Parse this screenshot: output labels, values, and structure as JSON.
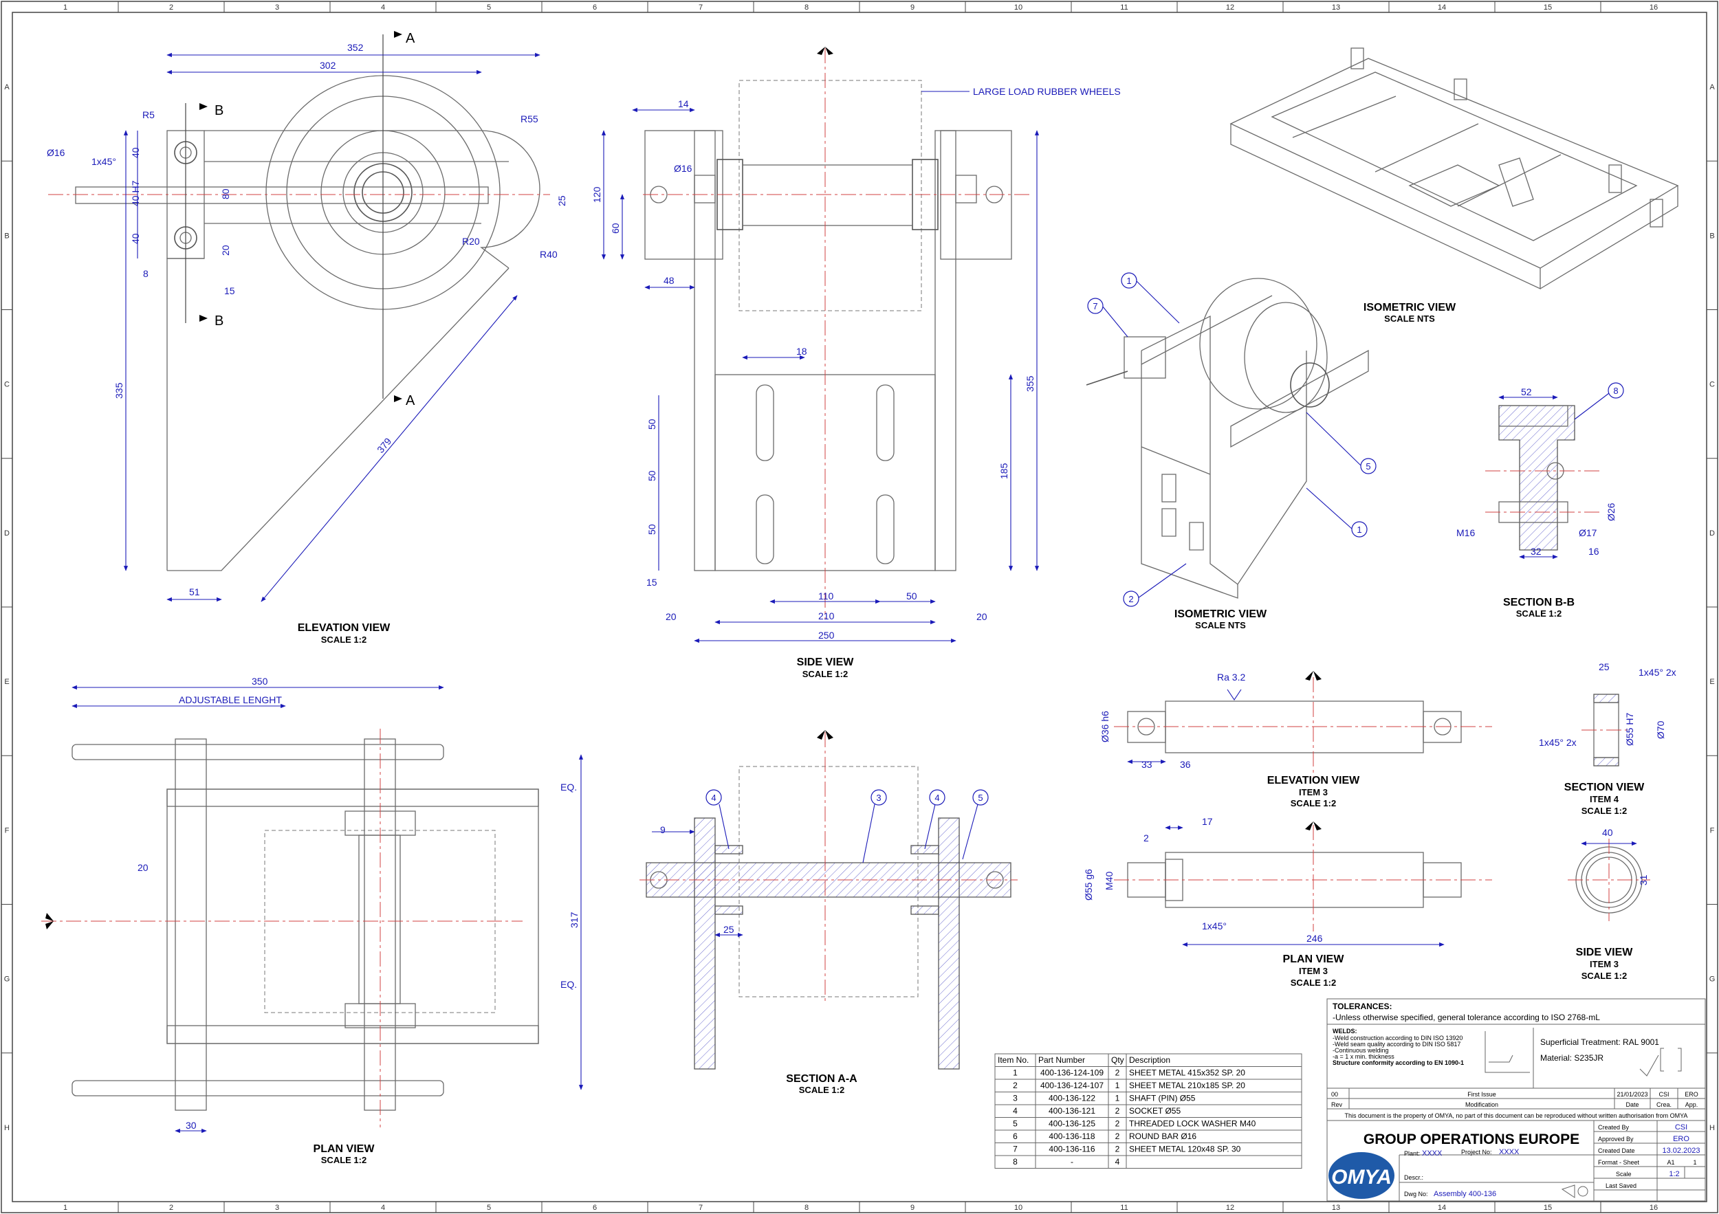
{
  "grid": {
    "columns": [
      "1",
      "2",
      "3",
      "4",
      "5",
      "6",
      "7",
      "8",
      "9",
      "10",
      "11",
      "12",
      "13",
      "14",
      "15",
      "16"
    ],
    "rows": [
      "A",
      "B",
      "C",
      "D",
      "E",
      "F",
      "G",
      "H"
    ]
  },
  "views": {
    "elevation": {
      "title": "ELEVATION VIEW",
      "scale": "SCALE 1:2"
    },
    "side": {
      "title": "SIDE VIEW",
      "scale": "SCALE 1:2"
    },
    "iso_assembly": {
      "title": "ISOMETRIC VIEW",
      "scale": "SCALE NTS"
    },
    "iso_frame": {
      "title": "ISOMETRIC VIEW",
      "scale": "SCALE NTS"
    },
    "section_bb": {
      "title": "SECTION B-B",
      "scale": "SCALE 1:2"
    },
    "plan": {
      "title": "PLAN VIEW",
      "scale": "SCALE 1:2"
    },
    "section_aa": {
      "title": "SECTION A-A",
      "scale": "SCALE 1:2"
    },
    "elev_item3": {
      "title": "ELEVATION VIEW",
      "item": "ITEM 3",
      "scale": "SCALE 1:2"
    },
    "sec_item4": {
      "title": "SECTION VIEW",
      "item": "ITEM 4",
      "scale": "SCALE 1:2"
    },
    "plan_item3": {
      "title": "PLAN VIEW",
      "item": "ITEM 3",
      "scale": "SCALE 1:2"
    },
    "side_item3": {
      "title": "SIDE VIEW",
      "item": "ITEM 3",
      "scale": "SCALE 1:2"
    }
  },
  "dims": {
    "e352": "352",
    "e302": "302",
    "r5": "R5",
    "r55": "R55",
    "d16": "Ø16",
    "c1x45": "1x45°",
    "e40a": "40",
    "e40h7": "40 H7",
    "e40b": "40",
    "e80": "80",
    "e20": "20",
    "e25": "25",
    "r20": "R20",
    "r40": "R40",
    "e8": "8",
    "e15": "15",
    "e335": "335",
    "e379": "379",
    "e51": "51",
    "secA": "A",
    "secA2": "A",
    "secB": "B",
    "secB2": "B",
    "s14": "14",
    "sd16": "Ø16",
    "s120": "120",
    "s60": "60",
    "s48": "48",
    "s18": "18",
    "s355": "355",
    "s50a": "50",
    "s50b": "50",
    "s50c": "50",
    "s15": "15",
    "s185": "185",
    "s110": "110",
    "s50d": "50",
    "s20a": "20",
    "s210": "210",
    "s20b": "20",
    "s250": "250",
    "wheels": "LARGE LOAD RUBBER WHEELS",
    "b52": "52",
    "bm16": "M16",
    "b26": "Ø26",
    "b17": "Ø17",
    "b32": "32",
    "b16": "16",
    "p350": "350",
    "padj": "ADJUSTABLE LENGHT",
    "peq1": "EQ.",
    "peq2": "EQ.",
    "p20": "20",
    "p317": "317",
    "p30": "30",
    "a9": "9",
    "a25": "25",
    "i3ra": "Ra 3.2",
    "i3d36": "Ø36 h6",
    "i333": "33",
    "i336": "36",
    "i425": "25",
    "i41x45a": "1x45° 2x",
    "i41x45b": "1x45° 2x",
    "i4d55": "Ø55 H7",
    "i4d70": "Ø70",
    "p3_17": "17",
    "p3_2": "2",
    "p3d55": "Ø55 g6",
    "p3m40": "M40",
    "p3c": "1x45°",
    "p3_246": "246",
    "s3_40": "40",
    "s3_31": "31"
  },
  "balloons": {
    "iso": [
      "1",
      "7",
      "5",
      "1",
      "2"
    ],
    "bb": "8",
    "aa": [
      "4",
      "3",
      "4",
      "5"
    ]
  },
  "bom": {
    "headers": [
      "Item No.",
      "Part Number",
      "Qty",
      "Description"
    ],
    "rows": [
      [
        "1",
        "400-136-124-109",
        "2",
        "SHEET METAL 415x352 SP. 20"
      ],
      [
        "2",
        "400-136-124-107",
        "1",
        "SHEET METAL 210x185 SP. 20"
      ],
      [
        "3",
        "400-136-122",
        "1",
        "SHAFT (PIN) Ø55"
      ],
      [
        "4",
        "400-136-121",
        "2",
        "SOCKET Ø55"
      ],
      [
        "5",
        "400-136-125",
        "2",
        "THREADED LOCK WASHER M40"
      ],
      [
        "6",
        "400-136-118",
        "2",
        "ROUND BAR Ø16"
      ],
      [
        "7",
        "400-136-116",
        "2",
        "SHEET METAL 120x48 SP. 30"
      ],
      [
        "8",
        "-",
        "4",
        ""
      ]
    ]
  },
  "title_block": {
    "tol_head": "TOLERANCES:",
    "tol_text": "-Unless otherwise specified, general tolerance according to ISO 2768-mL",
    "welds_head": "WELDS:",
    "welds": [
      "-Weld construction according to DIN ISO 13920",
      "-Weld seam quality according to DIN ISO 5817",
      "-Continuous welding",
      "-a = 1 x min. thickness"
    ],
    "welds_bold": "Structure conformity according to EN 1090-1",
    "treatment": "Superficial Treatment: RAL 9001",
    "material": "Material: S235JR",
    "rev_row": [
      "00",
      "First Issue",
      "21/01/2023",
      "CSI",
      "ERO"
    ],
    "rev_head": [
      "Rev",
      "Modification",
      "Date",
      "Crea.",
      "App."
    ],
    "notice": "This document is the property of OMYA, no part of this document can be reproduced without written authorisation from OMYA",
    "company": "GROUP OPERATIONS EUROPE",
    "plant_label": "Plant:",
    "plant": "XXXX",
    "project_label": "Project No:",
    "project": "XXXX",
    "descr_label": "Descr.:",
    "dwg_label": "Dwg No:",
    "dwg": "Assembly 400-136",
    "created_by_label": "Created By",
    "created_by": "CSI",
    "approved_by_label": "Approved By",
    "approved_by": "ERO",
    "created_date_label": "Created Date",
    "created_date": "13.02.2023",
    "format_label": "Format - Sheet",
    "format": "A1",
    "sheet": "1",
    "scale_label": "Scale",
    "scale": "1:2",
    "last_saved_label": "Last Saved",
    "logo": "OMYA"
  }
}
